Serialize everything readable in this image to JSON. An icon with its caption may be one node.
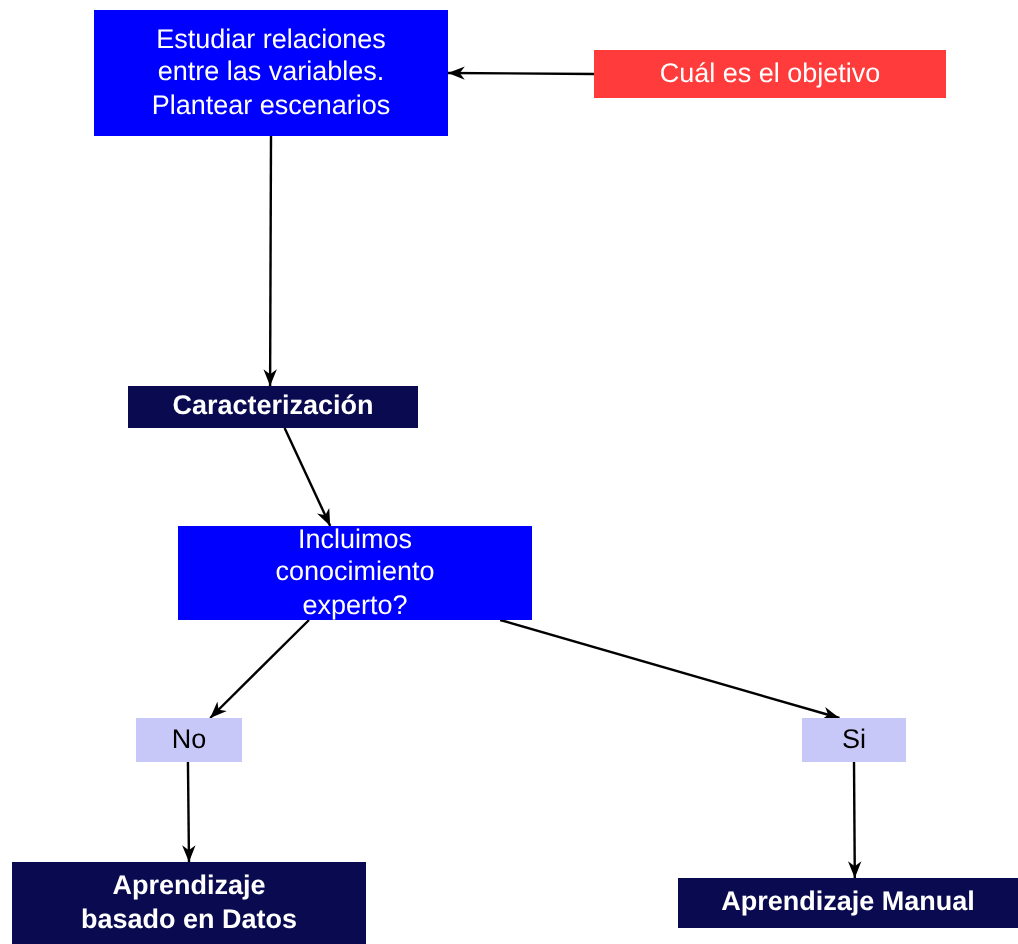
{
  "diagram": {
    "nodes": [
      {
        "text": [
          "Estudiar relaciones entre las variables. Plantear escenarios"
        ]
      },
      {
        "text": [
          "Cuál es el objetivo"
        ]
      },
      {
        "text": [
          "Caracterización"
        ]
      },
      {
        "text": [
          "Incluimos conocimiento experto?"
        ]
      },
      {
        "text": [
          "No"
        ]
      },
      {
        "text": [
          "Si"
        ]
      },
      {
        "text": [
          "Aprendizaje basado en Datos"
        ]
      },
      {
        "text": [
          "Aprendizaje Manual"
        ]
      }
    ],
    "edges": [
      {
        "from": 1,
        "to": 0,
        "arrow": "to"
      },
      {
        "from": 0,
        "to": 2,
        "arrow": "to"
      },
      {
        "from": 2,
        "to": 3,
        "arrow": "to"
      },
      {
        "from": 3,
        "to": 4,
        "arrow": "to"
      },
      {
        "from": 3,
        "to": 5,
        "arrow": "to"
      },
      {
        "from": 4,
        "to": 6,
        "arrow": "to"
      },
      {
        "from": 5,
        "to": 7,
        "arrow": "to"
      }
    ]
  }
}
